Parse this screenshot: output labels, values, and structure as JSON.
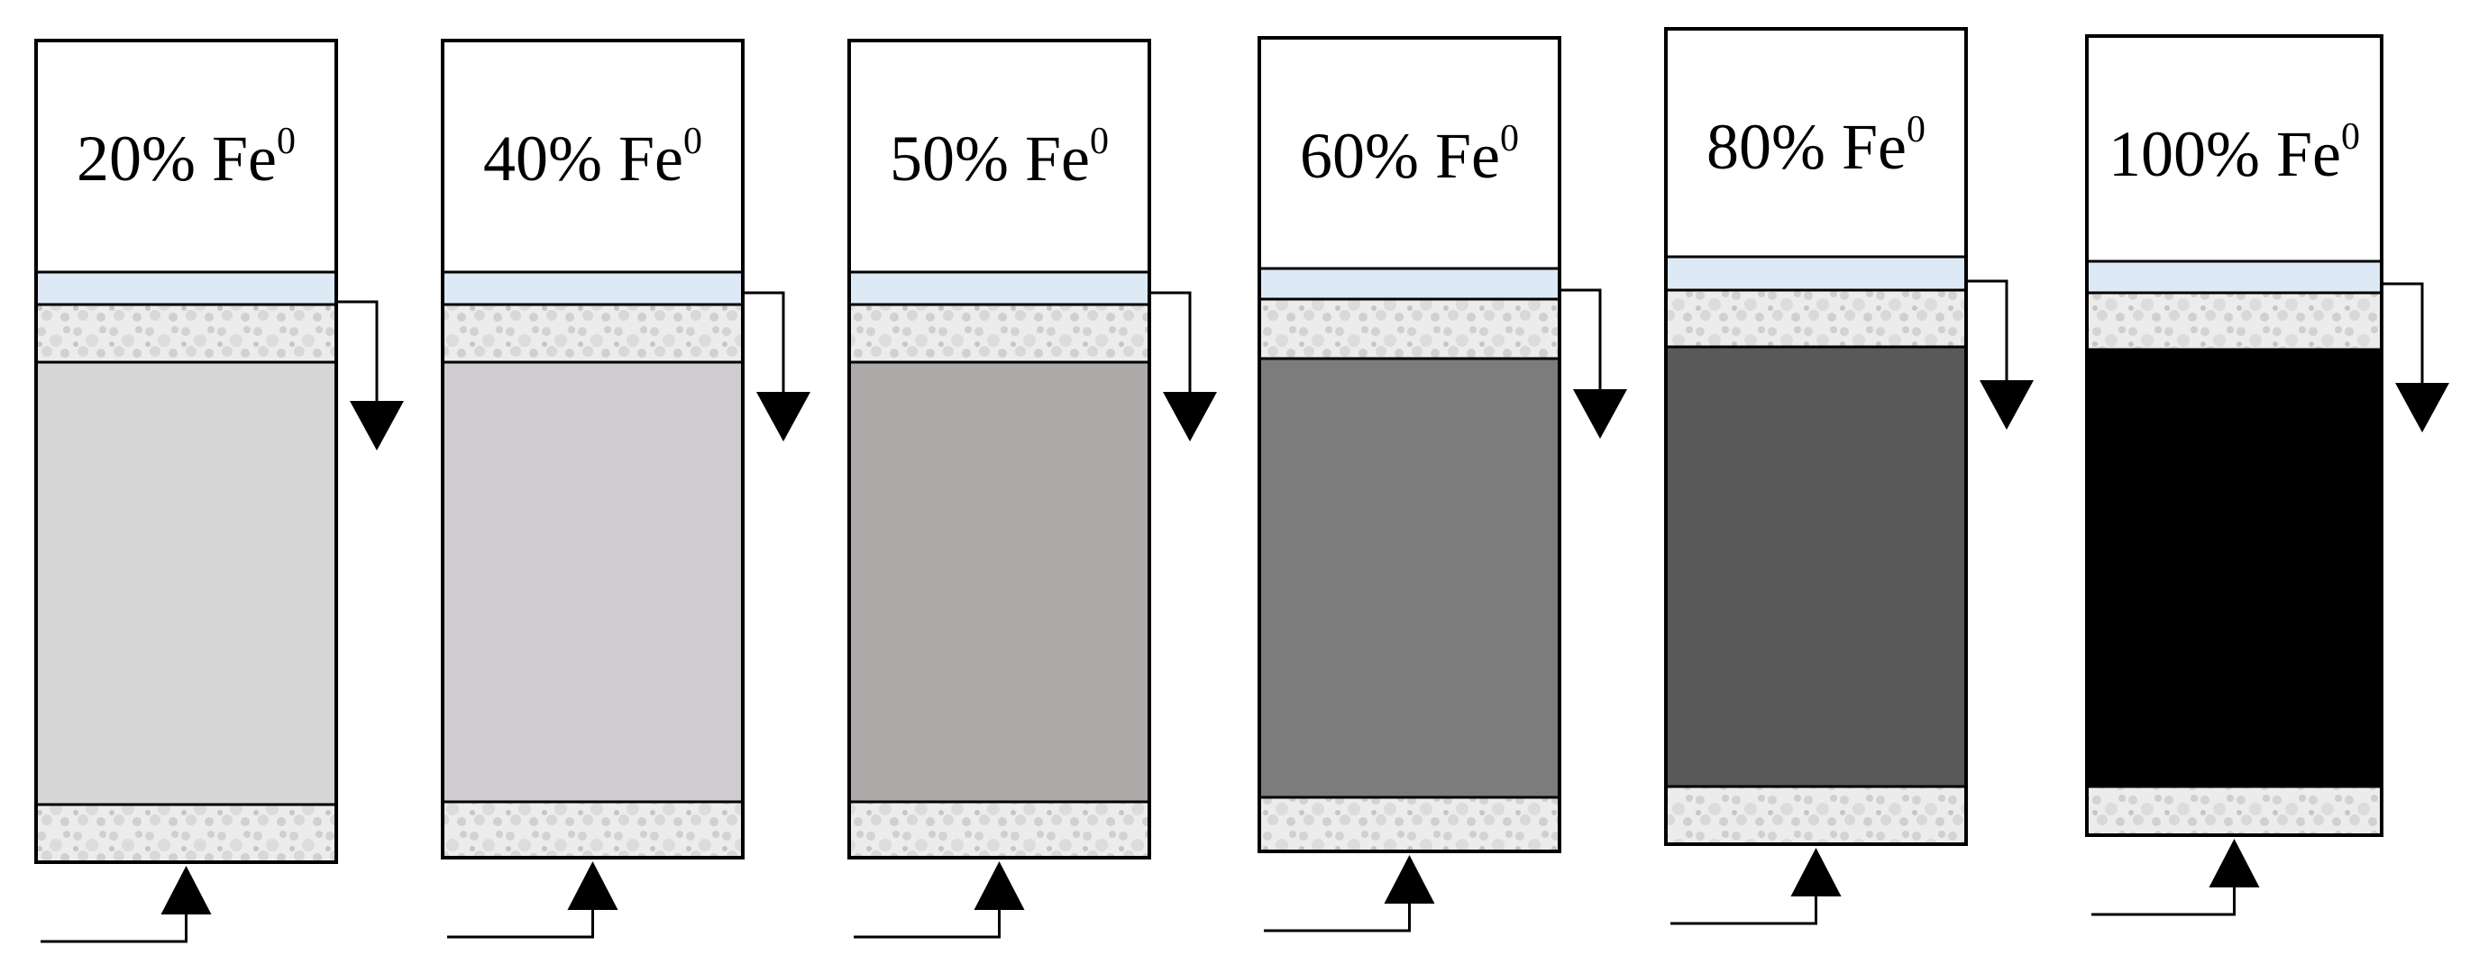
{
  "diagram": {
    "columns": [
      {
        "label": "20% Fe",
        "superscript": "0",
        "fe_percent": 20,
        "fill_color": "#d6d6d6"
      },
      {
        "label": "40% Fe",
        "superscript": "0",
        "fe_percent": 40,
        "fill_color": "#cfcdcf"
      },
      {
        "label": "50% Fe",
        "superscript": "0",
        "fe_percent": 50,
        "fill_color": "#aeaaaa"
      },
      {
        "label": "60% Fe",
        "superscript": "0",
        "fe_percent": 60,
        "fill_color": "#7c7c7c"
      },
      {
        "label": "80% Fe",
        "superscript": "0",
        "fe_percent": 80,
        "fill_color": "#595959"
      },
      {
        "label": "100% Fe",
        "superscript": "0",
        "fe_percent": 100,
        "fill_color": "#000000"
      }
    ],
    "colors": {
      "outline": "#000000",
      "water_layer": "#dde9f5",
      "gravel_layer": "#ececec",
      "gravel_speckle": "#c9c9c9",
      "arrow": "#000000",
      "header_box": "#ffffff"
    }
  }
}
